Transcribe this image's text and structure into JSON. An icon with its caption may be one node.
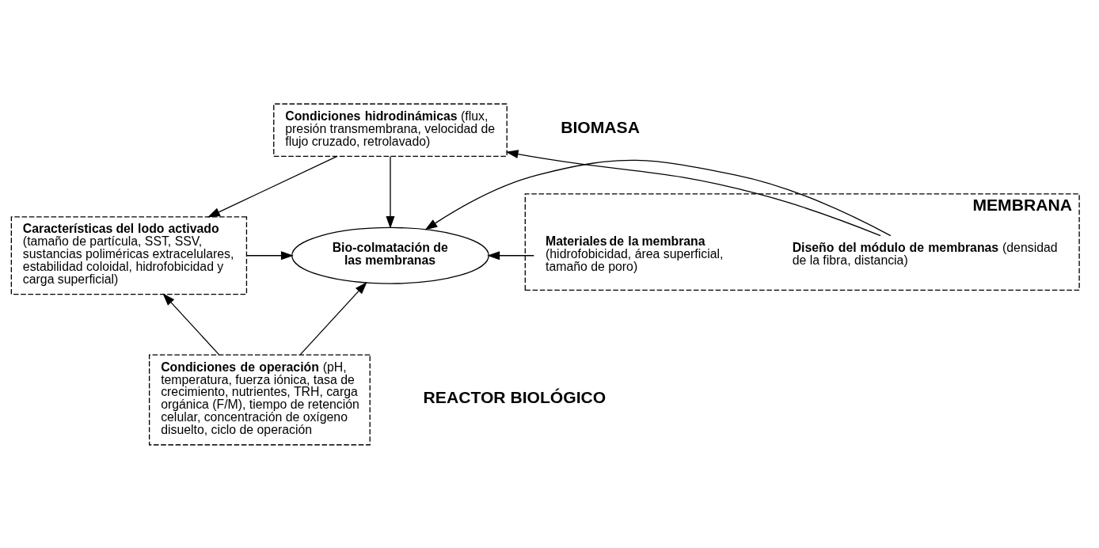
{
  "diagram": {
    "nodes": [
      {
        "text": [
          "**Condiciones hidrodinámicas** (flux, presión transmembrana, velocidad de flujo cruzado, retrolavado)"
        ]
      },
      {
        "text": [
          "**Características del lodo activado** (tamaño de partícula, SST, SSV, sustancias poliméricas extracelulares, estabilidad coloidal, hidrofobicidad y carga superficial)"
        ]
      },
      {
        "text": [
          "Bio-colmatación de las membranas"
        ]
      },
      {
        "text": [
          "MEMBRANA"
        ]
      },
      {
        "text": [
          "**Diseño del módulo de membranas** (densidad de la fibra, distancia)"
        ],
        "in": 3
      },
      {
        "text": [
          "**Materiales de la membrana** (hidrofobicidad, área superficial, tamaño de poro)"
        ],
        "in": 3
      },
      {
        "text": [
          "**Condiciones de operación** (pH, temperatura, fuerza iónica, tasa de crecimiento, nutrientes, TRH, carga orgánica (F/M), tiempo de retención celular, concentración de oxígeno disuelto, ciclo de operación"
        ]
      }
    ],
    "edges": [
      {
        "from": 0,
        "to": 1,
        "arrow": "to"
      },
      {
        "from": 0,
        "to": 2,
        "arrow": "to"
      },
      {
        "from": 4,
        "to": 0,
        "arrow": "to"
      },
      {
        "from": 4,
        "to": 2,
        "arrow": "to"
      },
      {
        "from": 1,
        "to": 2,
        "arrow": "to"
      },
      {
        "from": 5,
        "to": 2,
        "arrow": "to"
      },
      {
        "from": 6,
        "to": 2,
        "arrow": "to"
      },
      {
        "from": 6,
        "to": 1,
        "arrow": "to"
      }
    ],
    "labels": [
      "BIOMASA",
      "REACTOR BIOLÓGICO"
    ]
  }
}
